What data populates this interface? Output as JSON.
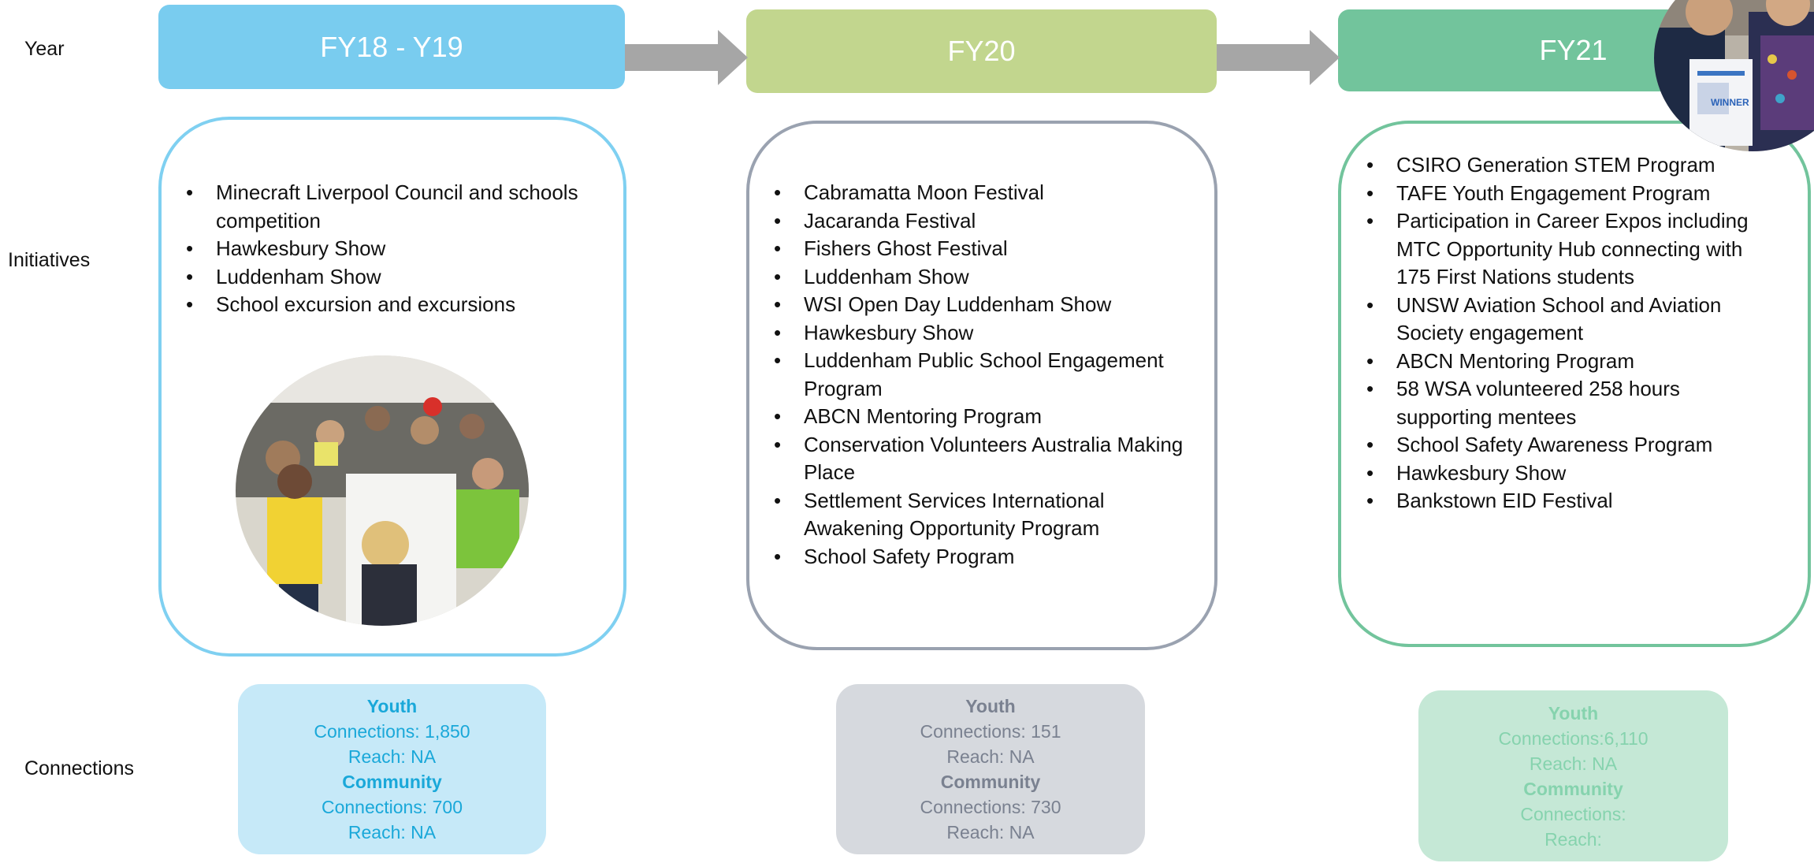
{
  "row_labels": {
    "year": "Year",
    "initiatives": "Initiatives",
    "connections": "Connections"
  },
  "colors": {
    "fy19_header": "#79ccef",
    "fy19_border": "#7fd0f1",
    "fy19_conn_bg": "#c6e9f8",
    "fy19_conn_text": "#1aa8d9",
    "fy20_header": "#c2d68e",
    "fy20_border": "#9aa2b0",
    "fy20_conn_bg": "#d6d9de",
    "fy20_conn_text": "#7a8190",
    "fy21_header": "#72c49c",
    "fy21_border": "#72c49c",
    "fy21_conn_bg": "#c5e8d6",
    "fy21_conn_text": "#86d3ae",
    "arrow": "#a6a6a6"
  },
  "columns": [
    {
      "year": "FY18 - Y19",
      "initiatives": [
        "Minecraft Liverpool Council and schools competition",
        "Hawkesbury Show",
        "Luddenham Show",
        "School excursion and excursions"
      ],
      "photo": "community-event-photo",
      "connections": {
        "youth_heading": "Youth",
        "youth_connections": "Connections: 1,850",
        "youth_reach": "Reach: NA",
        "community_heading": "Community",
        "community_connections": "Connections: 700",
        "community_reach": "Reach: NA"
      }
    },
    {
      "year": "FY20",
      "initiatives": [
        "Cabramatta Moon Festival",
        "Jacaranda Festival",
        "Fishers Ghost Festival",
        "Luddenham Show",
        "WSI Open Day Luddenham Show",
        "Hawkesbury Show",
        "Luddenham Public School Engagement Program",
        "ABCN Mentoring Program",
        "Conservation Volunteers Australia Making Place",
        "Settlement Services International Awakening Opportunity Program",
        "School Safety Program"
      ],
      "connections": {
        "youth_heading": "Youth",
        "youth_connections": "Connections: 151",
        "youth_reach": "Reach: NA",
        "community_heading": "Community",
        "community_connections": "Connections: 730",
        "community_reach": "Reach: NA"
      }
    },
    {
      "year": "FY21",
      "initiatives": [
        "CSIRO Generation STEM Program",
        "TAFE Youth Engagement Program",
        "Participation in Career Expos including MTC Opportunity Hub connecting with 175 First Nations students",
        "UNSW Aviation School and Aviation Society engagement",
        "ABCN Mentoring Program",
        "58 WSA volunteered 258 hours supporting mentees",
        "School Safety Awareness Program",
        "Hawkesbury Show",
        "Bankstown EID Festival"
      ],
      "photo": "award-winner-photo",
      "photo_caption": "WINNER",
      "connections": {
        "youth_heading": "Youth",
        "youth_connections": "Connections:6,110",
        "youth_reach": "Reach:  NA",
        "community_heading": "Community",
        "community_connections": "Connections:",
        "community_reach": "Reach:"
      }
    }
  ]
}
